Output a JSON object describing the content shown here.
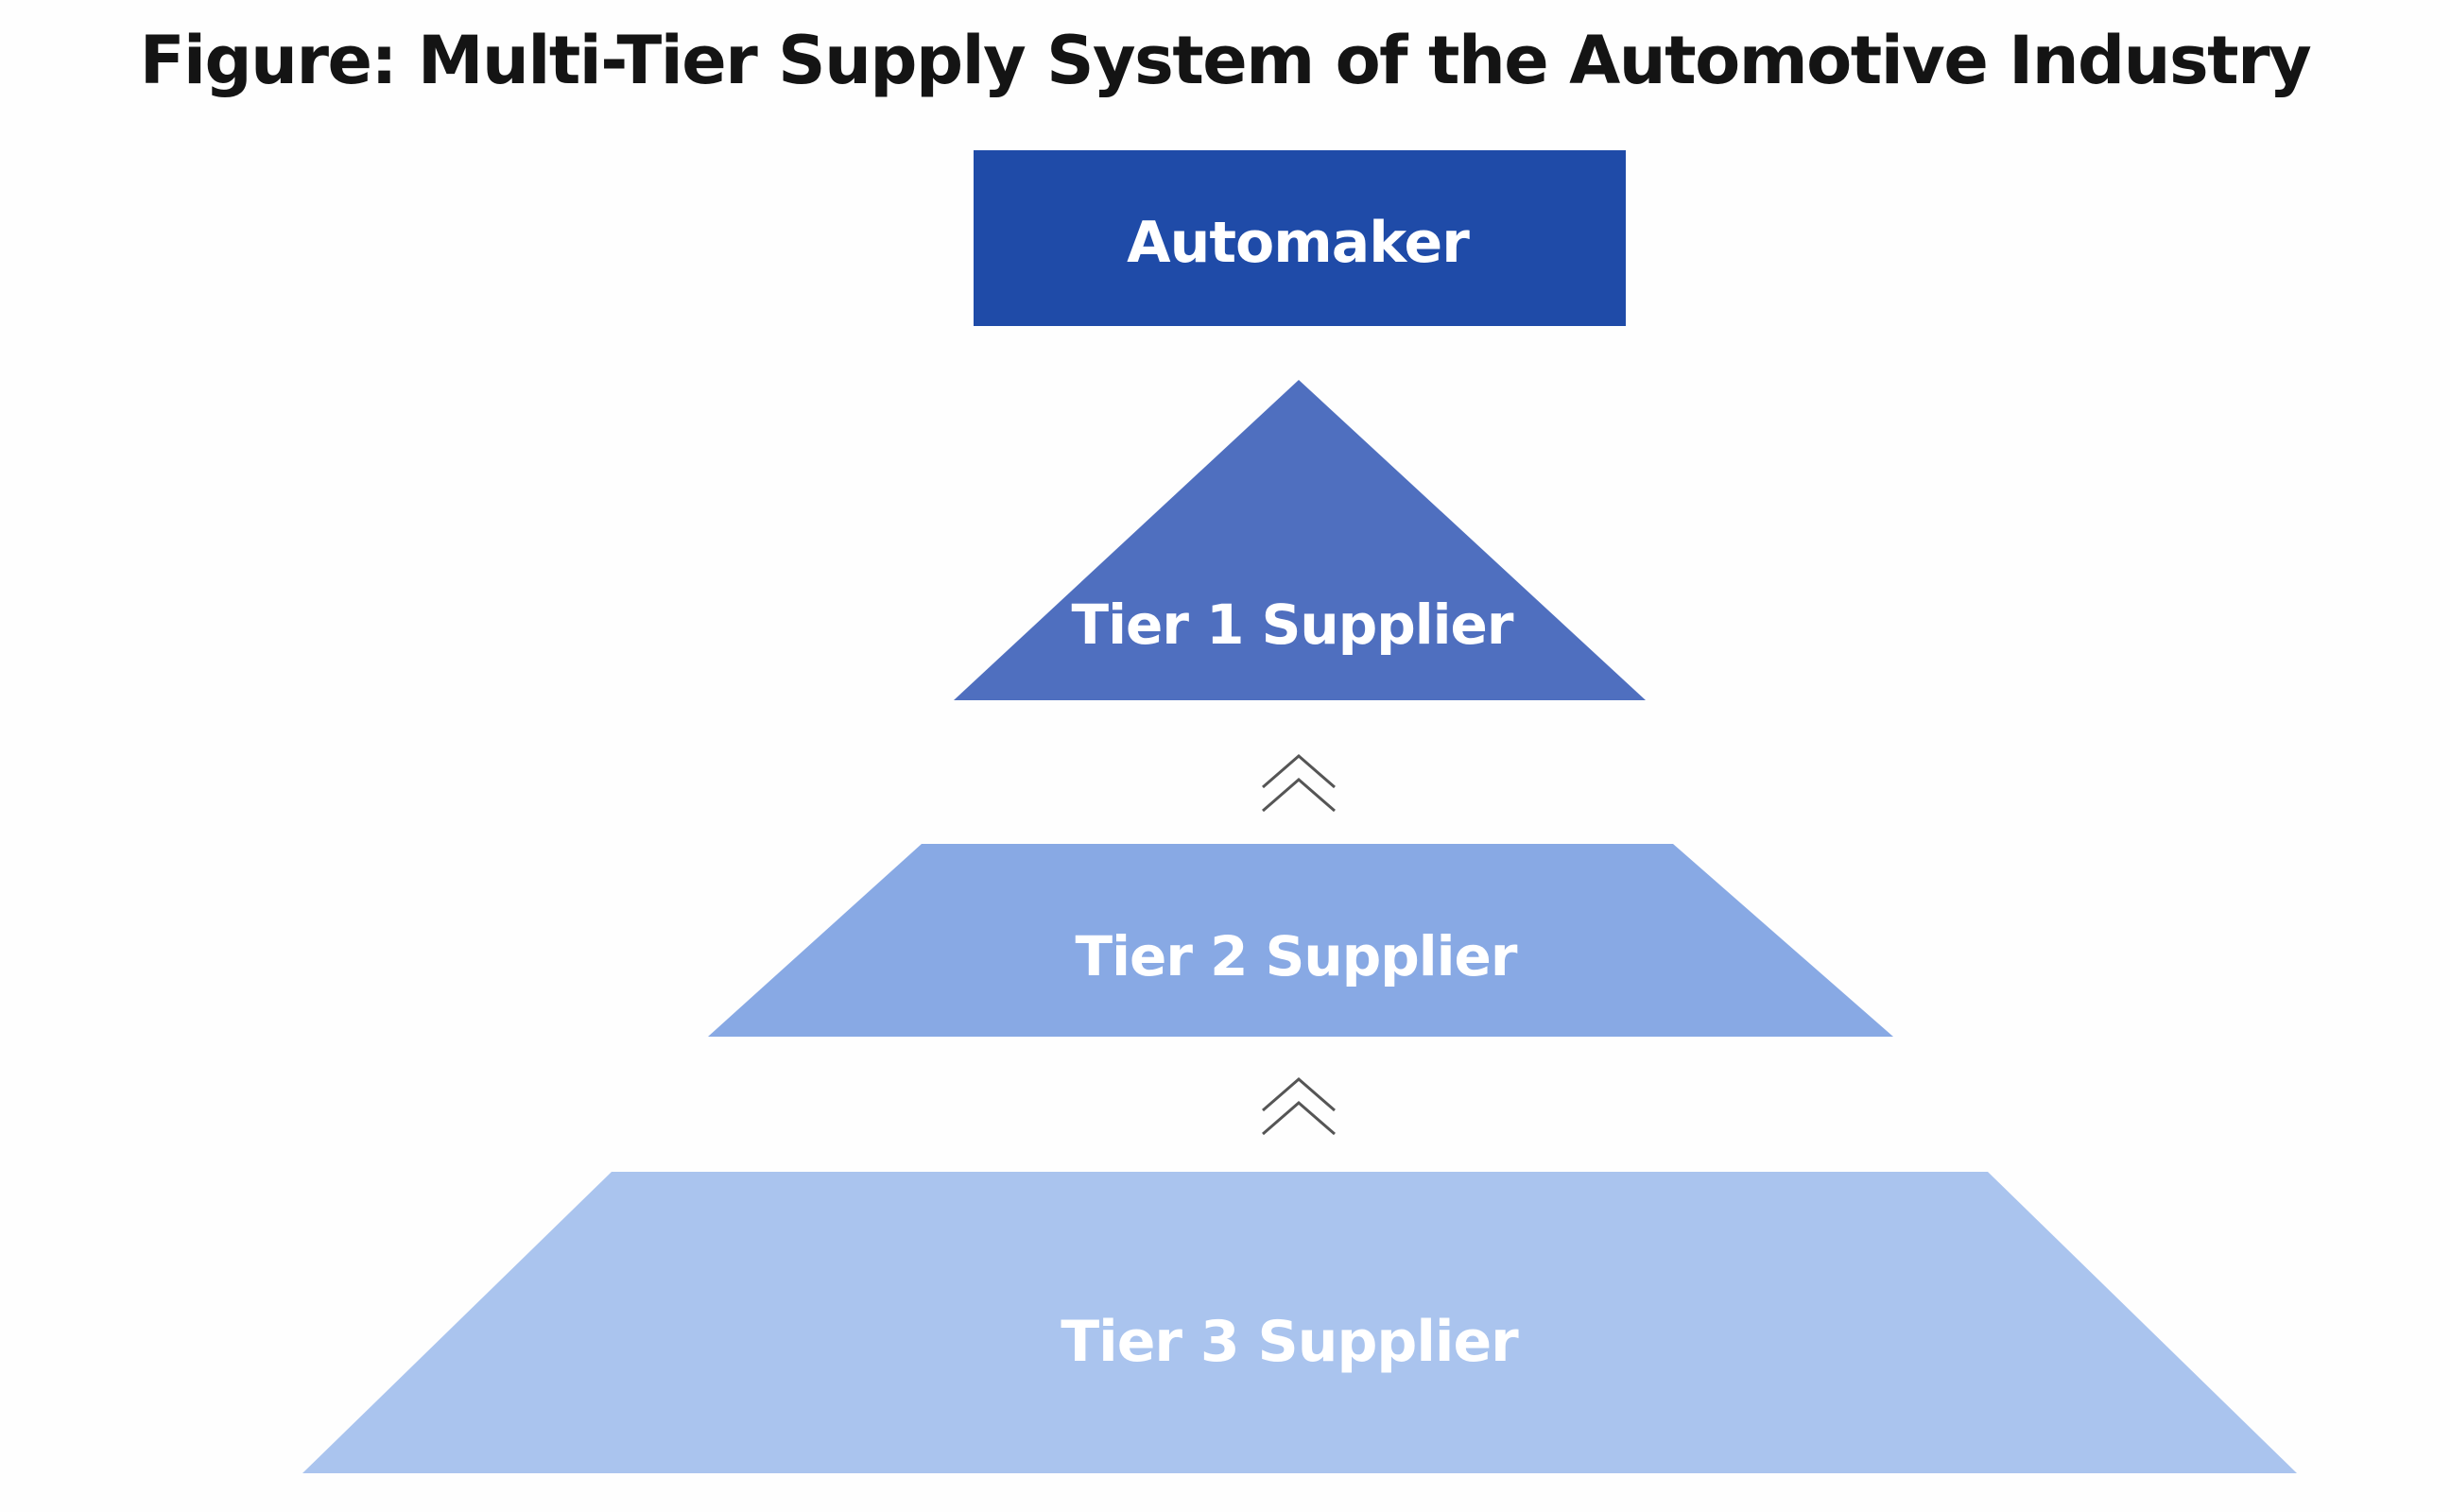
{
  "title": "Figure: Multi-Tier Supply System of the Automotive Industry",
  "colors": {
    "automaker_fill": "#1F4BA8",
    "tier1_fill": "#4F6FBF",
    "tier2_fill": "#88A9E4",
    "tier3_fill": "#AAC4EE",
    "label_text": "#FFFFFF",
    "arrow_stroke": "#555555"
  },
  "nodes": {
    "automaker": {
      "label": "Automaker",
      "shape": "rectangle"
    },
    "tier1": {
      "label": "Tier 1 Supplier",
      "shape": "triangle"
    },
    "tier2": {
      "label": "Tier 2 Supplier",
      "shape": "trapezoid"
    },
    "tier3": {
      "label": "Tier 3 Supplier",
      "shape": "trapezoid"
    }
  },
  "connectors": [
    {
      "from": "tier2",
      "to": "tier1",
      "icon": "double-chevron-up-icon"
    },
    {
      "from": "tier3",
      "to": "tier2",
      "icon": "double-chevron-up-icon"
    }
  ]
}
